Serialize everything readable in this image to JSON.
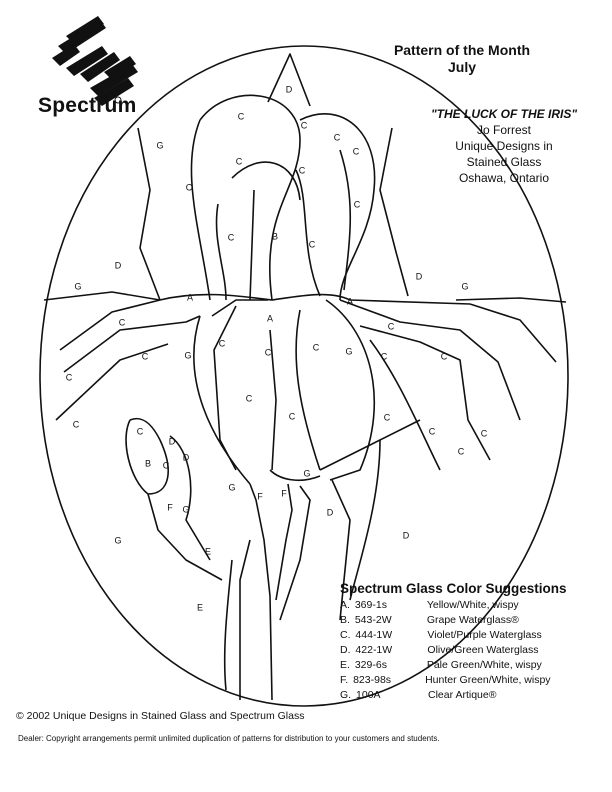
{
  "header": {
    "brand": "Spectrum",
    "pattern_title": "Pattern of the Month",
    "month": "July",
    "design_title": "\"THE LUCK OF THE IRIS\"",
    "designer": "Jo Forrest",
    "studio_line1": "Unique Designs in",
    "studio_line2": "Stained Glass",
    "location": "Oshawa, Ontario"
  },
  "suggestions": {
    "heading": "Spectrum Glass Color Suggestions",
    "items": [
      {
        "letter": "A.",
        "code": "369-1s",
        "name": "Yellow/White, wispy"
      },
      {
        "letter": "B.",
        "code": "543-2W",
        "name": "Grape Waterglass®"
      },
      {
        "letter": "C.",
        "code": "444-1W",
        "name": "Violet/Purple Waterglass"
      },
      {
        "letter": "D.",
        "code": "422-1W",
        "name": "Olive/Green Waterglass"
      },
      {
        "letter": "E.",
        "code": "329-6s",
        "name": "Pale Green/White, wispy"
      },
      {
        "letter": "F.",
        "code": "823-98s",
        "name": "Hunter Green/White, wispy"
      },
      {
        "letter": "G.",
        "code": "100A",
        "name": "Clear Artique®"
      }
    ]
  },
  "labels": [
    "D",
    "C",
    "C",
    "C",
    "C",
    "G",
    "C",
    "C",
    "C",
    "C",
    "C",
    "B",
    "C",
    "D",
    "D",
    "G",
    "G",
    "A",
    "A",
    "A",
    "C",
    "C",
    "C",
    "C",
    "G",
    "C",
    "C",
    "G",
    "C",
    "C",
    "C",
    "C",
    "C",
    "C",
    "C",
    "C",
    "C",
    "C",
    "C",
    "B",
    "C",
    "D",
    "D",
    "G",
    "G",
    "F",
    "F",
    "F",
    "G",
    "D",
    "E",
    "G",
    "D",
    "E"
  ],
  "footer": {
    "copyright": "© 2002 Unique Designs in Stained Glass and Spectrum Glass",
    "dealer": "Dealer:  Copyright arrangements permit unlimited duplication of patterns for distribution to your customers and students."
  }
}
